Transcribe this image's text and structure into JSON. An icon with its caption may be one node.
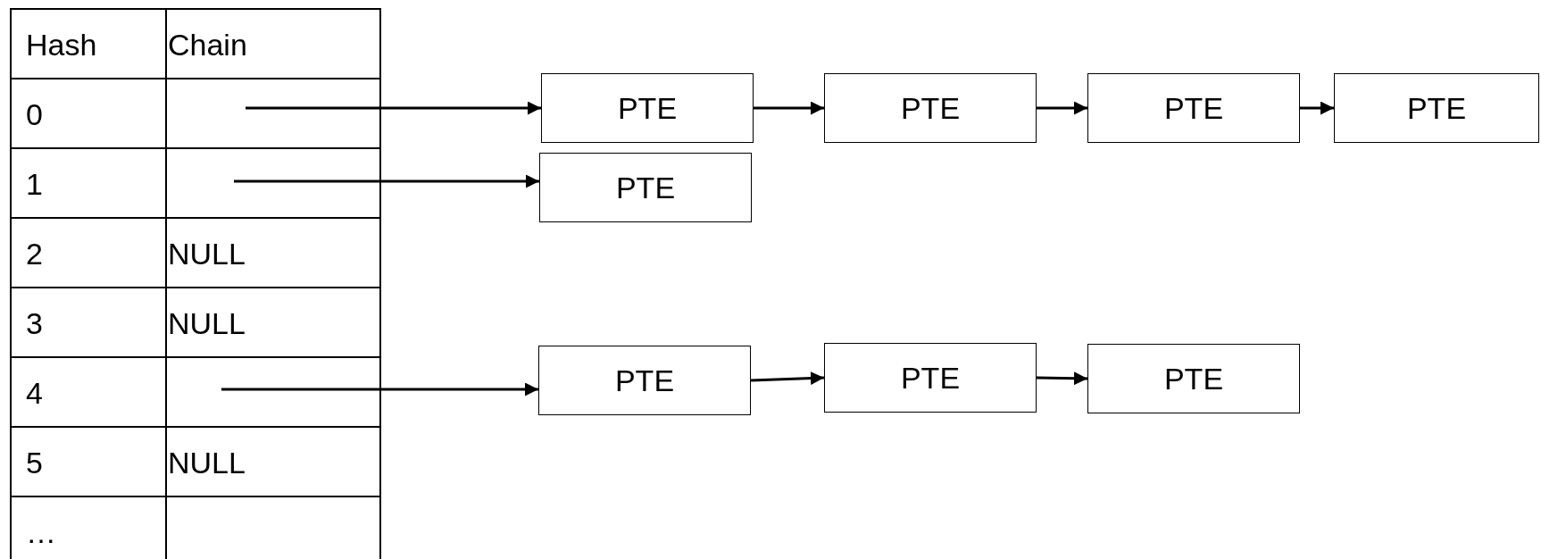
{
  "diagram": {
    "nodes": [
      {
        "text": [
          "PTE"
        ]
      },
      {
        "text": [
          "PTE"
        ]
      },
      {
        "text": [
          "PTE"
        ]
      },
      {
        "text": [
          "PTE"
        ]
      },
      {
        "text": [
          "PTE"
        ]
      },
      {
        "text": [
          "PTE"
        ]
      },
      {
        "text": [
          "PTE"
        ]
      },
      {
        "text": [
          "PTE"
        ]
      }
    ],
    "edges": [
      {
        "from": null,
        "to": 0,
        "arrow": "to"
      },
      {
        "from": 0,
        "to": 1,
        "arrow": "to"
      },
      {
        "from": 1,
        "to": 2,
        "arrow": "to"
      },
      {
        "from": 2,
        "to": 3,
        "arrow": "to"
      },
      {
        "from": null,
        "to": 4,
        "arrow": "to"
      },
      {
        "from": null,
        "to": 5,
        "arrow": "to"
      },
      {
        "from": 5,
        "to": 6,
        "arrow": "to"
      },
      {
        "from": 6,
        "to": 7,
        "arrow": "to"
      }
    ],
    "labels": [
      "Hash",
      "Chain",
      "0",
      "1",
      "2",
      "NULL",
      "3",
      "NULL",
      "4",
      "5",
      "NULL",
      "…"
    ]
  }
}
